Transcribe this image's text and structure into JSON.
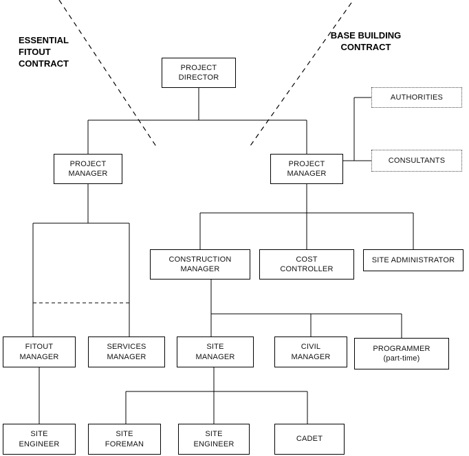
{
  "annotations": {
    "essential_fitout": "ESSENTIAL\nFITOUT\nCONTRACT",
    "base_building": "BASE BUILDING\nCONTRACT"
  },
  "nodes": {
    "project_director": "PROJECT\nDIRECTOR",
    "project_manager_fitout": "PROJECT\nMANAGER",
    "project_manager_base": "PROJECT\nMANAGER",
    "authorities": "AUTHORITIES",
    "consultants": "CONSULTANTS",
    "construction_manager": "CONSTRUCTION\nMANAGER",
    "cost_controller": "COST\nCONTROLLER",
    "site_administrator": "SITE ADMINISTRATOR",
    "fitout_manager": "FITOUT\nMANAGER",
    "services_manager": "SERVICES\nMANAGER",
    "site_manager": "SITE\nMANAGER",
    "civil_manager": "CIVIL\nMANAGER",
    "programmer": "PROGRAMMER\n(part-time)",
    "site_engineer_fitout": "SITE\nENGINEER",
    "site_foreman": "SITE\nFOREMAN",
    "site_engineer_base": "SITE\nENGINEER",
    "cadet": "CADET"
  },
  "colors": {
    "background": "#ffffff",
    "line": "#000000",
    "box_border": "#000000",
    "dotted_box_border": "#444444",
    "text": "#111111"
  }
}
